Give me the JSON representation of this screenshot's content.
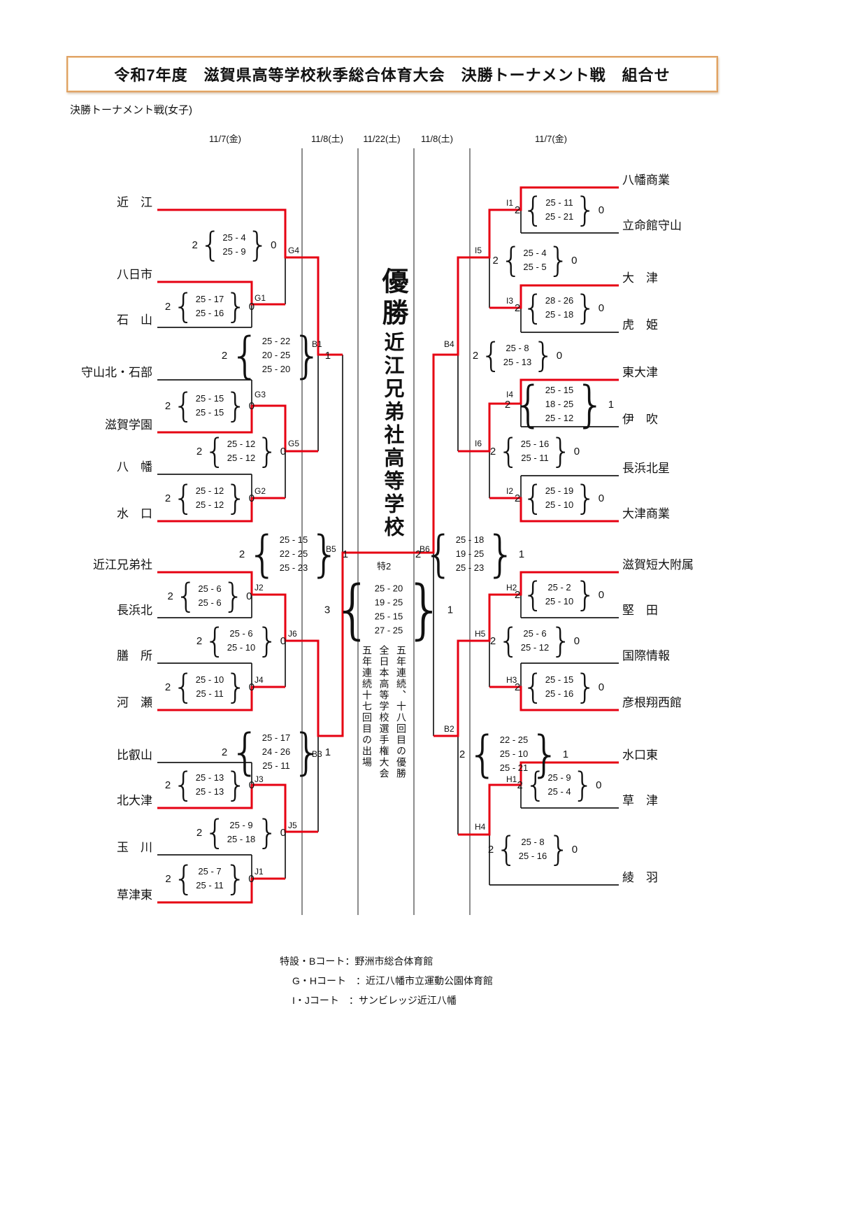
{
  "title": "令和7年度　滋賀県高等学校秋季総合体育大会　決勝トーナメント戦　組合せ",
  "subtitle": "決勝トーナメント戦(女子)",
  "dates": [
    "11/7(金)",
    "11/8(土)",
    "11/22(土)",
    "11/8(土)",
    "11/7(金)"
  ],
  "champion": {
    "heading": "優勝",
    "school": "近江兄弟社高等学校"
  },
  "final": {
    "label": "特2",
    "sets_left": "3",
    "sets_right": "1",
    "set_scores": [
      "25 - 20",
      "19 - 25",
      "25 - 15",
      "27 - 25"
    ]
  },
  "notes_vertical": [
    "五年連続、十八回目の優勝",
    "全日本高等学校選手権大会",
    "五年連続十七回目の出場"
  ],
  "teams_left": [
    "近　江",
    "八日市",
    "石　山",
    "守山北・石部",
    "滋賀学園",
    "八　幡",
    "水　口",
    "近江兄弟社",
    "長浜北",
    "膳　所",
    "河　瀬",
    "比叡山",
    "北大津",
    "玉　川",
    "草津東"
  ],
  "teams_right": [
    "八幡商業",
    "立命館守山",
    "大　津",
    "虎　姫",
    "東大津",
    "伊　吹",
    "長浜北星",
    "大津商業",
    "滋賀短大附属",
    "堅　田",
    "国際情報",
    "彦根翔西館",
    "水口東",
    "草　津",
    "綾　羽"
  ],
  "matches": [
    {
      "id": "G4",
      "sets_left": "2",
      "sets_right": "0",
      "set_scores": [
        "25 - 4",
        "25 - 9"
      ]
    },
    {
      "id": "G1",
      "sets_left": "2",
      "sets_right": "0",
      "set_scores": [
        "25 - 17",
        "25 - 16"
      ]
    },
    {
      "id": "B1",
      "sets_left": "2",
      "sets_right": "1",
      "set_scores": [
        "25 - 22",
        "20 - 25",
        "25 - 20"
      ]
    },
    {
      "id": "G3",
      "sets_left": "2",
      "sets_right": "0",
      "set_scores": [
        "25 - 15",
        "25 - 15"
      ]
    },
    {
      "id": "G5",
      "sets_left": "2",
      "sets_right": "0",
      "set_scores": [
        "25 - 12",
        "25 - 12"
      ]
    },
    {
      "id": "G2",
      "sets_left": "2",
      "sets_right": "0",
      "set_scores": [
        "25 - 12",
        "25 - 12"
      ]
    },
    {
      "id": "B5",
      "sets_left": "2",
      "sets_right": "1",
      "set_scores": [
        "25 - 15",
        "22 - 25",
        "25 - 23"
      ]
    },
    {
      "id": "J2",
      "sets_left": "2",
      "sets_right": "0",
      "set_scores": [
        "25 - 6",
        "25 - 6"
      ]
    },
    {
      "id": "J6",
      "sets_left": "2",
      "sets_right": "0",
      "set_scores": [
        "25 - 6",
        "25 - 10"
      ]
    },
    {
      "id": "J4",
      "sets_left": "2",
      "sets_right": "0",
      "set_scores": [
        "25 - 10",
        "25 - 11"
      ]
    },
    {
      "id": "B3",
      "sets_left": "2",
      "sets_right": "1",
      "set_scores": [
        "25 - 17",
        "24 - 26",
        "25 - 11"
      ]
    },
    {
      "id": "J3",
      "sets_left": "2",
      "sets_right": "0",
      "set_scores": [
        "25 - 13",
        "25 - 13"
      ]
    },
    {
      "id": "J5",
      "sets_left": "2",
      "sets_right": "0",
      "set_scores": [
        "25 - 9",
        "25 - 18"
      ]
    },
    {
      "id": "J1",
      "sets_left": "2",
      "sets_right": "0",
      "set_scores": [
        "25 - 7",
        "25 - 11"
      ]
    },
    {
      "id": "I1",
      "sets_left": "2",
      "sets_right": "0",
      "set_scores": [
        "25 - 11",
        "25 - 21"
      ]
    },
    {
      "id": "I5",
      "sets_left": "2",
      "sets_right": "0",
      "set_scores": [
        "25 - 4",
        "25 - 5"
      ]
    },
    {
      "id": "I3",
      "sets_left": "2",
      "sets_right": "0",
      "set_scores": [
        "28 - 26",
        "25 - 18"
      ]
    },
    {
      "id": "B4",
      "sets_left": "2",
      "sets_right": "0",
      "set_scores": [
        "25 - 8",
        "25 - 13"
      ]
    },
    {
      "id": "I4",
      "sets_left": "2",
      "sets_right": "1",
      "set_scores": [
        "25 - 15",
        "18 - 25",
        "25 - 12"
      ]
    },
    {
      "id": "I6",
      "sets_left": "2",
      "sets_right": "0",
      "set_scores": [
        "25 - 16",
        "25 - 11"
      ]
    },
    {
      "id": "I2",
      "sets_left": "2",
      "sets_right": "0",
      "set_scores": [
        "25 - 19",
        "25 - 10"
      ]
    },
    {
      "id": "B6",
      "sets_left": "2",
      "sets_right": "1",
      "set_scores": [
        "25 - 18",
        "19 - 25",
        "25 - 23"
      ]
    },
    {
      "id": "H2",
      "sets_left": "2",
      "sets_right": "0",
      "set_scores": [
        "25 - 2",
        "25 - 10"
      ]
    },
    {
      "id": "H5",
      "sets_left": "2",
      "sets_right": "0",
      "set_scores": [
        "25 - 6",
        "25 - 12"
      ]
    },
    {
      "id": "H3",
      "sets_left": "2",
      "sets_right": "0",
      "set_scores": [
        "25 - 15",
        "25 - 16"
      ]
    },
    {
      "id": "B2",
      "sets_left": "2",
      "sets_right": "1",
      "set_scores": [
        "22 - 25",
        "25 - 10",
        "25 - 21"
      ]
    },
    {
      "id": "H1",
      "sets_left": "2",
      "sets_right": "0",
      "set_scores": [
        "25 - 9",
        "25 - 4"
      ]
    },
    {
      "id": "H4",
      "sets_left": "2",
      "sets_right": "0",
      "set_scores": [
        "25 - 8",
        "25 - 16"
      ]
    }
  ],
  "footer": [
    "特設・Bコート：野洲市総合体育館",
    "G・Hコート　：近江八幡市立運動公園体育館",
    "I・Jコート　：サンビレッジ近江八幡"
  ],
  "colors": {
    "winner_path": "#e60012",
    "line": "#1a1a1a",
    "title_border": "#e0a264"
  }
}
